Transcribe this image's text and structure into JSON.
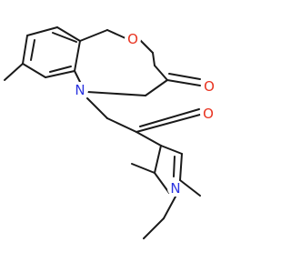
{
  "molecule": {
    "atoms": {
      "ring_oxygen": {
        "label": "O",
        "color": "#e8321f"
      },
      "ring_nitrogen": {
        "label": "N",
        "color": "#2b34e0"
      },
      "lactam_oxygen": {
        "label": "O",
        "color": "#e8321f"
      },
      "ketone_oxygen": {
        "label": "O",
        "color": "#e8321f"
      },
      "pyrrole_nitrogen": {
        "label": "N",
        "color": "#2b34e0"
      }
    },
    "bond_color": "#1a1a1a",
    "background": "#ffffff"
  }
}
